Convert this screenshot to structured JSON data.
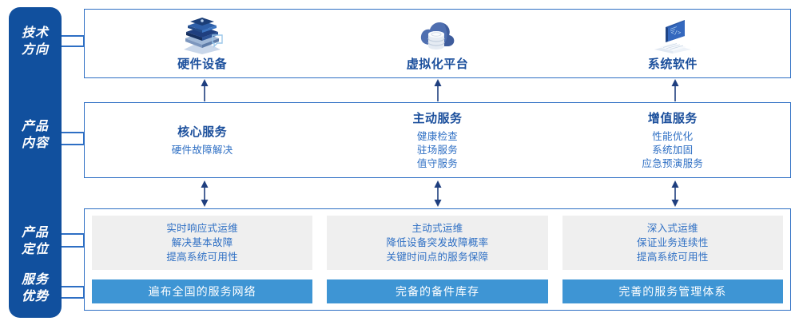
{
  "rail": {
    "labels": [
      {
        "name": "tech-direction",
        "lines": [
          "技术",
          "方向"
        ]
      },
      {
        "name": "product-content",
        "lines": [
          "产品",
          "内容"
        ]
      },
      {
        "name": "product-position",
        "lines": [
          "产品",
          "定位"
        ]
      },
      {
        "name": "service-advantage",
        "lines": [
          "服务",
          "优势"
        ]
      }
    ]
  },
  "tech": {
    "items": [
      {
        "icon": "server-stack-icon",
        "label": "硬件设备"
      },
      {
        "icon": "cloud-database-icon",
        "label": "虚拟化平台"
      },
      {
        "icon": "laptop-code-icon",
        "label": "系统软件"
      }
    ]
  },
  "content": {
    "columns": [
      {
        "title": "核心服务",
        "items": [
          "硬件故障解决"
        ]
      },
      {
        "title": "主动服务",
        "items": [
          "健康检查",
          "驻场服务",
          "值守服务"
        ]
      },
      {
        "title": "增值服务",
        "items": [
          "性能优化",
          "系统加固",
          "应急预演服务"
        ]
      }
    ]
  },
  "bottom": {
    "columns": [
      {
        "positioning": [
          "实时响应式运维",
          "解决基本故障",
          "提高系统可用性"
        ],
        "advantage": "遍布全国的服务网络"
      },
      {
        "positioning": [
          "主动式运维",
          "降低设备突发故障概率",
          "关键时间点的服务保障"
        ],
        "advantage": "完备的备件库存"
      },
      {
        "positioning": [
          "深入式运维",
          "保证业务连续性",
          "提高系统可用性"
        ],
        "advantage": "完善的服务管理体系"
      }
    ]
  },
  "colors": {
    "rail_blue": "#11509E",
    "border_blue": "#2E6FC4",
    "title_blue": "#1B4F9C",
    "bar_blue": "#3E95D4",
    "gray_box": "#EFEFEF",
    "arrow_navy": "#1F3F7F"
  }
}
